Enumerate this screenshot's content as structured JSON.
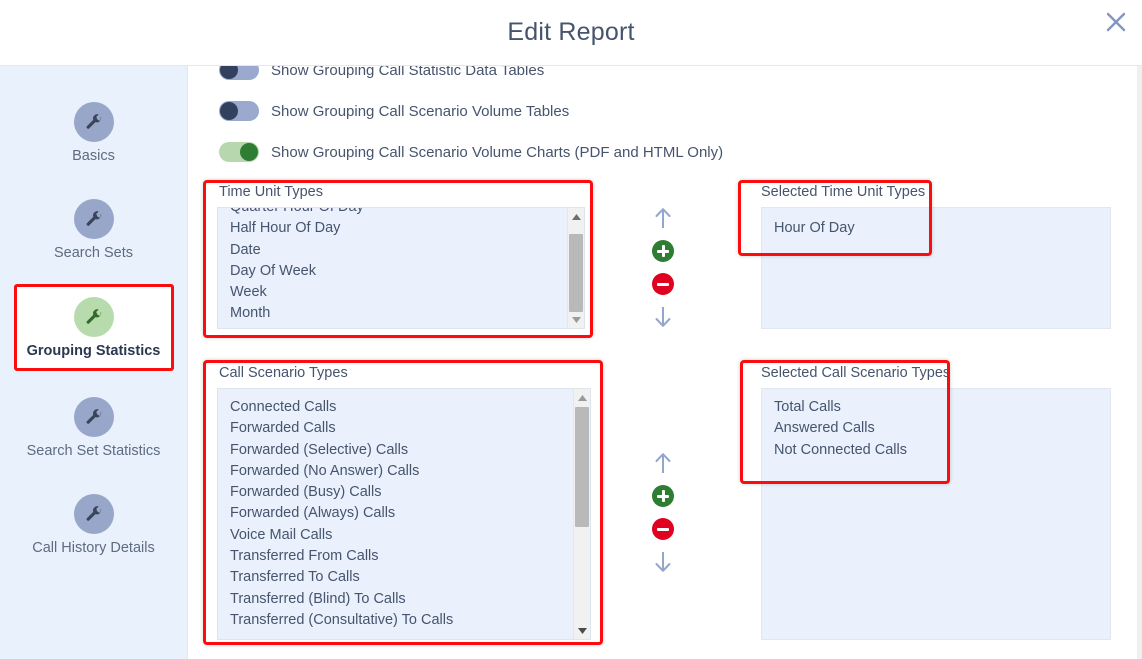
{
  "header": {
    "title": "Edit Report",
    "close_icon": "close-icon"
  },
  "sidebar": {
    "items": [
      {
        "label": "Basics",
        "icon": "wrench-icon",
        "active": false
      },
      {
        "label": "Search Sets",
        "icon": "wrench-icon",
        "active": false
      },
      {
        "label": "Grouping Statistics",
        "icon": "wrench-icon",
        "active": true
      },
      {
        "label": "Search Set Statistics",
        "icon": "wrench-icon",
        "active": false
      },
      {
        "label": "Call History Details",
        "icon": "wrench-icon",
        "active": false
      }
    ]
  },
  "toggles": [
    {
      "label": "Show Grouping Call Statistic Data Tables",
      "state": "off"
    },
    {
      "label": "Show Grouping Call Scenario Volume Tables",
      "state": "off"
    },
    {
      "label": "Show Grouping Call Scenario Volume Charts (PDF and HTML Only)",
      "state": "on"
    }
  ],
  "time_unit_types": {
    "title": "Time Unit Types",
    "items": [
      "Quarter Hour Of Day",
      "Half Hour Of Day",
      "Date",
      "Day Of Week",
      "Week",
      "Month"
    ]
  },
  "selected_time_unit_types": {
    "title": "Selected Time Unit Types",
    "items": [
      "Hour Of Day"
    ]
  },
  "call_scenario_types": {
    "title": "Call Scenario Types",
    "items": [
      "Connected Calls",
      "Forwarded Calls",
      "Forwarded (Selective) Calls",
      "Forwarded (No Answer) Calls",
      "Forwarded (Busy) Calls",
      "Forwarded (Always) Calls",
      "Voice Mail Calls",
      "Transferred From Calls",
      "Transferred To Calls",
      "Transferred (Blind) To Calls",
      "Transferred (Consultative) To Calls"
    ]
  },
  "selected_call_scenario_types": {
    "title": "Selected Call Scenario Types",
    "items": [
      "Total Calls",
      "Answered Calls",
      "Not Connected Calls"
    ]
  },
  "controls": {
    "move_up": "arrow-up-icon",
    "add": "plus-circle-icon",
    "remove": "minus-circle-icon",
    "move_down": "arrow-down-icon"
  },
  "colors": {
    "annotation": "#fb0d0d",
    "accent_green": "#2e7d32",
    "accent_red": "#e00020",
    "text": "#46546e",
    "sidebar_bg": "#e9f1fc",
    "listbox_bg": "#eaf1fc"
  }
}
